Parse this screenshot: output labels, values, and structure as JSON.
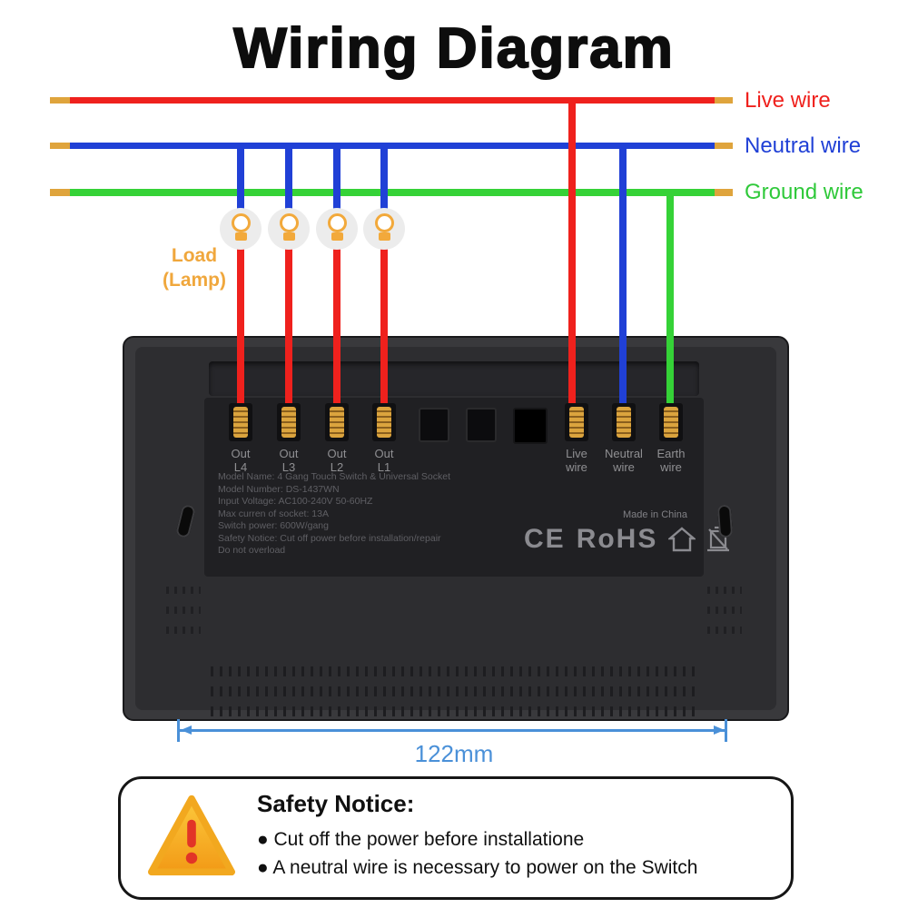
{
  "title": "Wiring Diagram",
  "wire_legend": {
    "live": {
      "label": "Live wire",
      "color": "#ef211d"
    },
    "neutral": {
      "label": "Neutral wire",
      "color": "#2040d6"
    },
    "ground": {
      "label": "Ground wire",
      "color": "#2fc93a"
    }
  },
  "load_label": {
    "line1": "Load",
    "line2": "(Lamp)"
  },
  "device": {
    "terminal_labels": [
      {
        "l1": "Out",
        "l2": "L4"
      },
      {
        "l1": "Out",
        "l2": "L3"
      },
      {
        "l1": "Out",
        "l2": "L2"
      },
      {
        "l1": "Out",
        "l2": "L1"
      },
      {
        "l1": "Live",
        "l2": "wire"
      },
      {
        "l1": "Neutral",
        "l2": "wire"
      },
      {
        "l1": "Earth",
        "l2": "wire"
      }
    ],
    "specs": [
      "Model Name: 4 Gang Touch Switch & Universal Socket",
      "Model Number: DS-1437WN",
      "Input Voltage: AC100-240V 50-60HZ",
      "Max curren of socket: 13A",
      "Switch power: 600W/gang",
      "Safety Notice: Cut off power before installation/repair",
      "Do not overload"
    ],
    "made_in": "Made in China",
    "cert_ce": "CE",
    "cert_rohs": "RoHS"
  },
  "dimension_label": "122mm",
  "safety_notice": {
    "title": "Safety Notice:",
    "items": [
      "● Cut off the power before installatione",
      "● A neutral wire is necessary to power on the Switch"
    ]
  }
}
